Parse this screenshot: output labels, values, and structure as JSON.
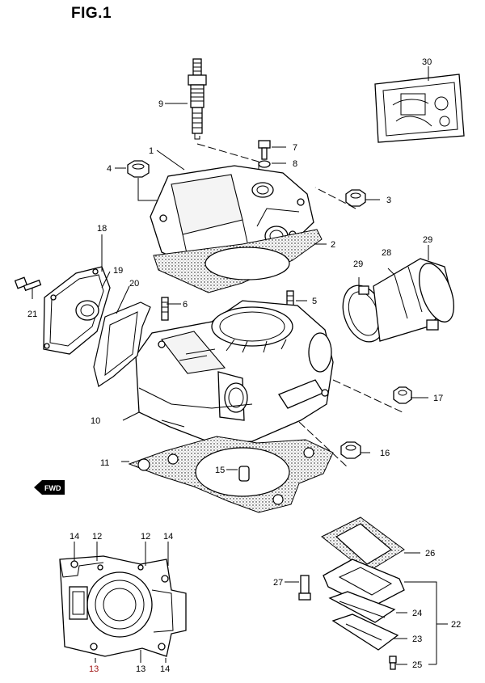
{
  "figure": {
    "title": "FIG.1"
  },
  "fwd_badge": "FWD",
  "callouts": {
    "p1": "1",
    "p2": "2",
    "p3": "3",
    "p4": "4",
    "p5": "5",
    "p6": "6",
    "p7": "7",
    "p8": "8",
    "p9": "9",
    "p10": "10",
    "p11": "11",
    "p12a": "12",
    "p12b": "12",
    "p13a": "13",
    "p13b": "13",
    "p14a": "14",
    "p14b": "14",
    "p14c": "14",
    "p15": "15",
    "p16": "16",
    "p17": "17",
    "p18": "18",
    "p19": "19",
    "p20": "20",
    "p21": "21",
    "p22": "22",
    "p23": "23",
    "p24": "24",
    "p25": "25",
    "p26": "26",
    "p27": "27",
    "p28": "28",
    "p29a": "29",
    "p29b": "29",
    "p30": "30"
  },
  "colors": {
    "ink": "#000000",
    "highlight_label": "#a01515"
  }
}
